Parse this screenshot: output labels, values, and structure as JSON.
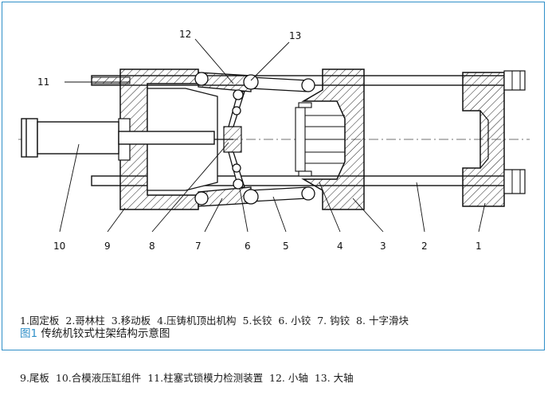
{
  "accent": "#2f8fc8",
  "callouts": {
    "n1": "1",
    "n2": "2",
    "n3": "3",
    "n4": "4",
    "n5": "5",
    "n6": "6",
    "n7": "7",
    "n8": "8",
    "n9": "9",
    "n10": "10",
    "n11": "11",
    "n12": "12",
    "n13": "13"
  },
  "legend": {
    "line1": "1.固定板  2.哥林柱  3.移动板  4.压铸机顶出机构  5.长铰  6. 小铰  7. 钩铰  8. 十字滑块",
    "line2": "9.尾板  10.合模液压缸组件  11.柱塞式锁模力检测装置  12. 小轴  13. 大轴"
  },
  "caption": {
    "fig_label": "图1",
    "title": " 传统机铰式柱架结构示意图"
  }
}
